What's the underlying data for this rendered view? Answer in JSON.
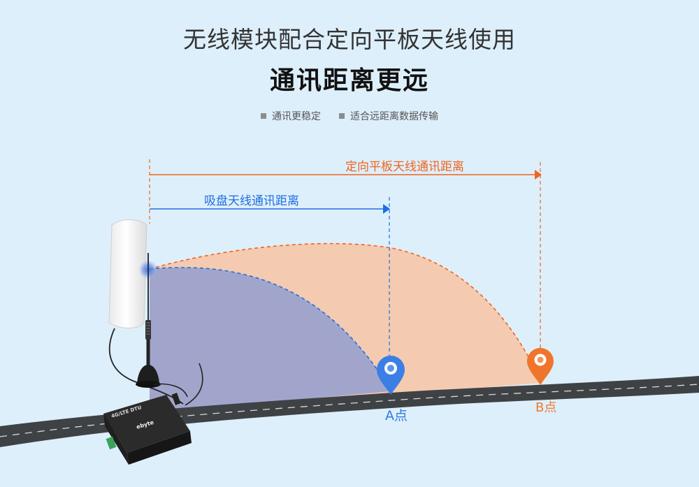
{
  "heading": {
    "line1": "无线模块配合定向平板天线使用",
    "line2": "通讯距离更远"
  },
  "features": [
    "通讯更稳定",
    "适合远距离数据传输"
  ],
  "ranges": {
    "orange_label": "定向平板天线通讯距离",
    "blue_label": "吸盘天线通讯距离"
  },
  "points": {
    "a": "A点",
    "b": "B点"
  },
  "device": {
    "model_label": "4G/LTE DTU",
    "brand": "ebyte"
  },
  "colors": {
    "background": "#ddeffb",
    "orange": "#f0641e",
    "blue": "#1f6fe0",
    "orange_fill": "#f6c6a7",
    "blue_fill": "#9da2cc",
    "road": "#3f4245"
  },
  "icons": {
    "pin_a": "location-pin-icon",
    "pin_b": "location-pin-icon",
    "arrow": "arrow-right-icon"
  }
}
